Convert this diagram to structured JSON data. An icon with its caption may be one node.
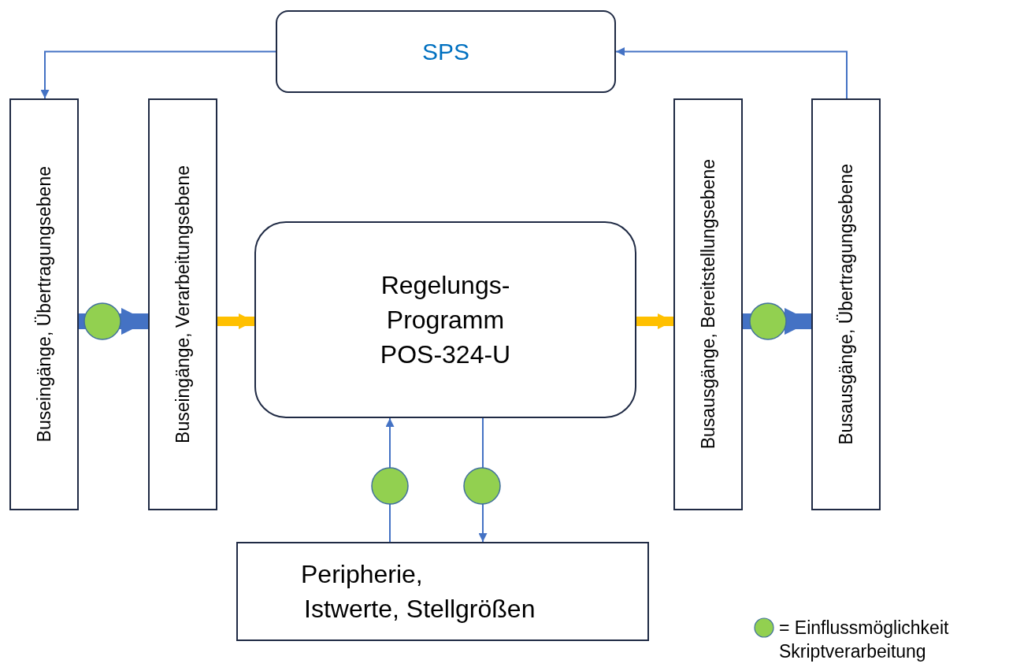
{
  "diagram": {
    "nodes": [
      {
        "text": [
          "SPS"
        ]
      },
      {
        "text": [
          "Buseingänge, Übertragungsebene"
        ]
      },
      {
        "text": [
          "Buseingänge, Verarbeitungsebene"
        ]
      },
      {
        "text": [
          "Regelungs- Programm POS-324-U"
        ]
      },
      {
        "text": [
          "Busausgänge, Bereitstellungsebene"
        ]
      },
      {
        "text": [
          "Busausgänge, Übertragungsebene"
        ]
      },
      {
        "text": [
          "Peripherie,",
          "Istwerte, Stellgrößen"
        ]
      }
    ],
    "edges": [
      {
        "from": 0,
        "to": 1,
        "arrow": "to",
        "color": "#4472c4"
      },
      {
        "from": 1,
        "to": 2,
        "arrow": "to",
        "style": "thick",
        "color": "#4472c4"
      },
      {
        "from": 2,
        "to": 3,
        "arrow": "to",
        "style": "thick",
        "color": "#ffc000"
      },
      {
        "from": 3,
        "to": 4,
        "arrow": "to",
        "style": "thick",
        "color": "#ffc000"
      },
      {
        "from": 4,
        "to": 5,
        "arrow": "to",
        "style": "thick",
        "color": "#4472c4"
      },
      {
        "from": 5,
        "to": 0,
        "arrow": "to",
        "color": "#4472c4"
      },
      {
        "from": 6,
        "to": 3,
        "arrow": "to",
        "color": "#4472c4"
      },
      {
        "from": 3,
        "to": 6,
        "arrow": "to",
        "color": "#4472c4"
      }
    ],
    "legend": [
      {
        "text": "= Einflussmöglichkeit Skriptverarbeitung",
        "color": "#92d050"
      }
    ]
  }
}
